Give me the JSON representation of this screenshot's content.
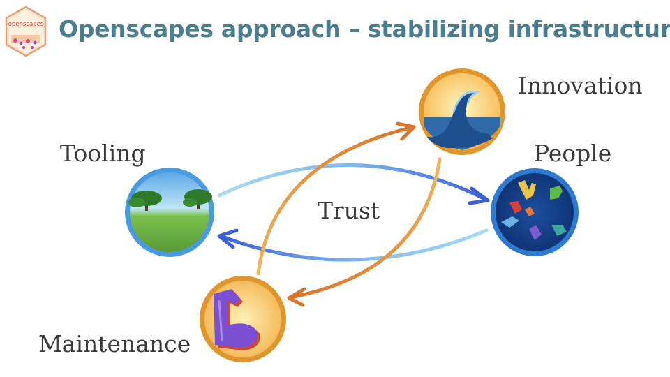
{
  "slide": {
    "logo_text": "openscapes",
    "title": "Openscapes approach – stabilizing infrastructure"
  },
  "nodes": {
    "innovation": {
      "label": "Innovation",
      "icon": "wave-icon"
    },
    "tooling": {
      "label": "Tooling",
      "icon": "landscape-trees-icon"
    },
    "people": {
      "label": "People",
      "icon": "hands-icon"
    },
    "maintenance": {
      "label": "Maintenance",
      "icon": "flexed-arm-icon"
    },
    "center": {
      "label": "Trust"
    }
  },
  "colors": {
    "title": "#4a7e8e",
    "ring": "#e0962c",
    "blue_arrow": "#3a62d6",
    "orange_arrow": "#d9742a"
  }
}
